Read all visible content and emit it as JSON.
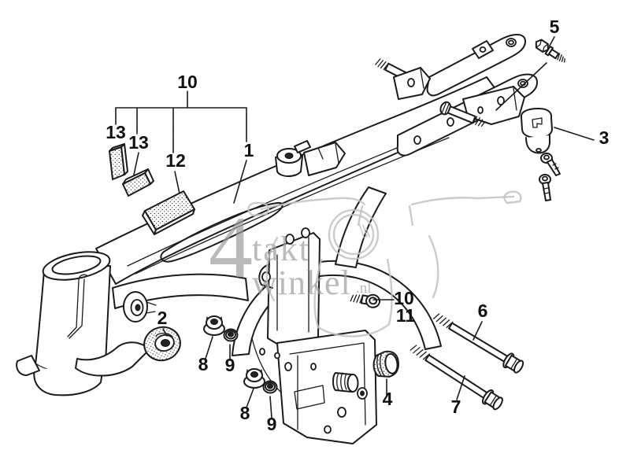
{
  "diagram": {
    "kind": "exploded-parts-line-drawing",
    "subject": "moped-frame-assembly",
    "watermark": {
      "big_numeral": "4",
      "word_top": "takt",
      "word_bottom": "winkel",
      "domain_suffix": ".nl"
    },
    "callouts": [
      {
        "part": "pad-set-group",
        "text": "10"
      },
      {
        "part": "pad-small-left",
        "text": "13"
      },
      {
        "part": "pad-small-mid",
        "text": "13"
      },
      {
        "part": "pad-large",
        "text": "12"
      },
      {
        "part": "frame-body",
        "text": "1"
      },
      {
        "part": "bolt-small-top",
        "text": "5"
      },
      {
        "part": "seat-lock-with-keys",
        "text": "3"
      },
      {
        "part": "flange-bolt",
        "text": "10"
      },
      {
        "part": "flange-bolt-alt",
        "text": "11"
      },
      {
        "part": "hex-bolt-upper",
        "text": "6"
      },
      {
        "part": "hex-bolt-lower",
        "text": "7"
      },
      {
        "part": "frame-plug",
        "text": "4"
      },
      {
        "part": "frame-grommet",
        "text": "2"
      },
      {
        "part": "flange-nut-upper",
        "text": "8"
      },
      {
        "part": "washer-upper",
        "text": "9"
      },
      {
        "part": "flange-nut-lower",
        "text": "8"
      },
      {
        "part": "washer-lower",
        "text": "9"
      }
    ]
  },
  "colors": {
    "ink": "#1b1b1b",
    "paper": "#ffffff",
    "watermark_gray": "#9e9e9e"
  }
}
